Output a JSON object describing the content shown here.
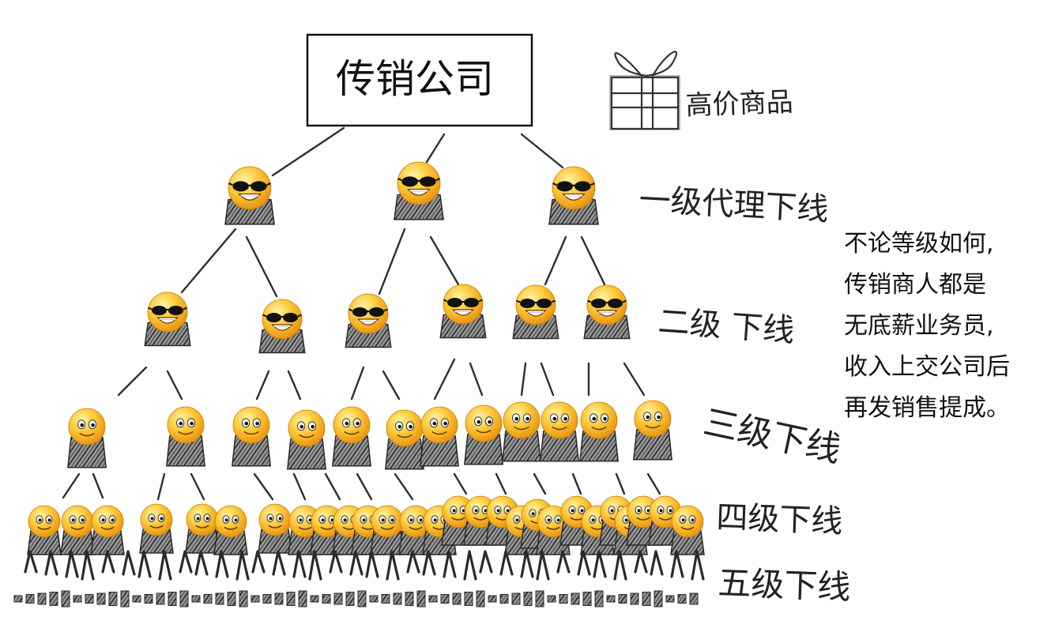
{
  "top_box": {
    "label": "传销公司"
  },
  "gift": {
    "label": "高价商品"
  },
  "levels": [
    {
      "label": "一级代理下线",
      "icon": "sunglasses-smiley-icon"
    },
    {
      "label": "二级 下线",
      "icon": "sunglasses-smiley-icon"
    },
    {
      "label": "三级下线",
      "icon": "smiley-face-icon"
    },
    {
      "label": "四级下线",
      "icon": "smiley-face-icon"
    },
    {
      "label": "五级下线",
      "icon": "scribble-figure-icon"
    }
  ],
  "note": {
    "lines": [
      "不论等级如何,",
      "传销商人都是",
      "无底薪业务员,",
      "收入上交公司后",
      "再发销售提成。"
    ]
  },
  "colors": {
    "face": "#f7b21d",
    "face_highlight": "#fff0a0",
    "face_shadow": "#e08a00",
    "pencil": "#3a3a3a",
    "ink": "#111111"
  }
}
